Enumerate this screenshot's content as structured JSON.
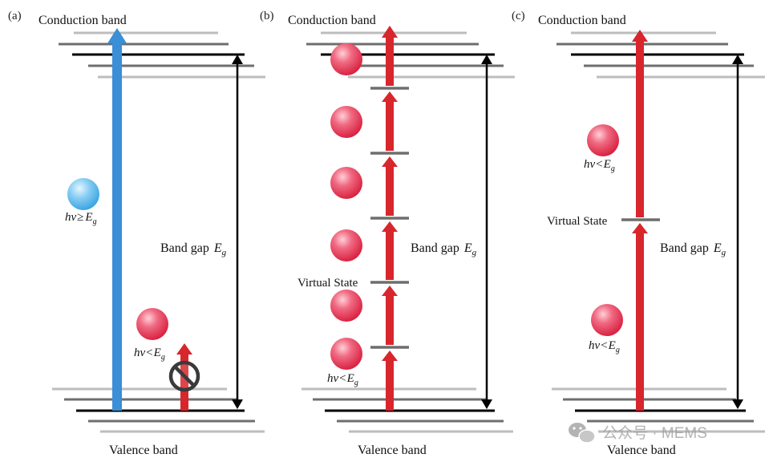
{
  "colors": {
    "photon_above_gap": "#3a8fd6",
    "photon_below_gap": "#d8262d",
    "band_dark": "#000000",
    "band_mid": "#6e6e6e",
    "band_light": "#bdbdbd",
    "blue_sphere": "#5bb8ec",
    "red_sphere": "#e4304e",
    "forbidden_sign": "#3a3a3a",
    "watermark": "#b3b3b3"
  },
  "panels": [
    {
      "tag": "(a)",
      "conduction_label": "Conduction band",
      "valence_label": "Valence band",
      "band_gap_text": "Band gap",
      "band_gap_symbol": "E",
      "band_gap_sub": "g",
      "photon_high": {
        "h": "hv",
        "op": "≥",
        "e": "E",
        "sub": "g"
      },
      "photon_low": {
        "h": "hv",
        "op": "<",
        "e": "E",
        "sub": "g"
      }
    },
    {
      "tag": "(b)",
      "conduction_label": "Conduction band",
      "valence_label": "Valence band",
      "band_gap_text": "Band gap",
      "band_gap_symbol": "E",
      "band_gap_sub": "g",
      "virtual_state_label": "Virtual State",
      "photon_low": {
        "h": "hv",
        "op": "<",
        "e": "E",
        "sub": "g"
      }
    },
    {
      "tag": "(c)",
      "conduction_label": "Conduction band",
      "valence_label": "Valence band",
      "band_gap_text": "Band gap",
      "band_gap_symbol": "E",
      "band_gap_sub": "g",
      "virtual_state_label": "Virtual State",
      "photon_low_top": {
        "h": "hv",
        "op": "<",
        "e": "E",
        "sub": "g"
      },
      "photon_low_bottom": {
        "h": "hv",
        "op": "<",
        "e": "E",
        "sub": "g"
      }
    }
  ],
  "watermark": {
    "text": "公众号 · MEMS",
    "icon": "wechat-icon"
  }
}
